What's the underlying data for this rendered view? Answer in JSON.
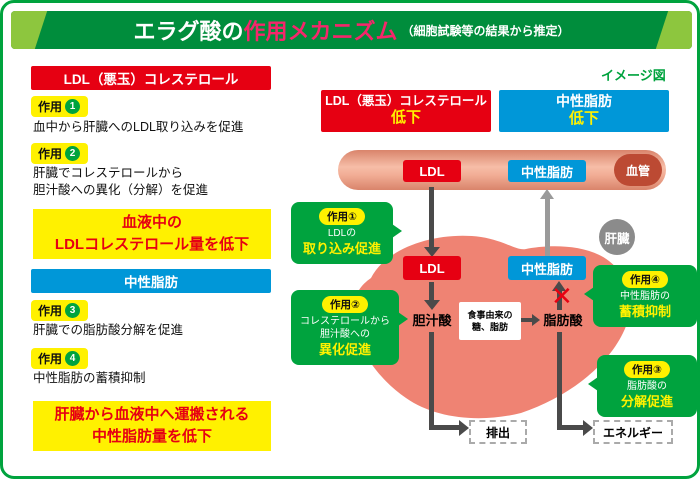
{
  "colors": {
    "brand_green": "#00a33e",
    "header_green": "#008d3c",
    "accent_light_green": "#8dc63e",
    "title_pink": "#f5266b",
    "red": "#e60012",
    "blue": "#0097d8",
    "yellow": "#fff100",
    "liver_pink": "#ef8373",
    "vessel_salmon": "#f2ae96",
    "gray_circle": "#8b8b8b"
  },
  "header": {
    "title_main": "エラグ酸の",
    "title_accent": "作用メカニズム",
    "subtitle": "（細胞試験等の結果から推定）"
  },
  "left_panel": {
    "ldl_header": "LDL（悪玉）コレステロール",
    "actions": [
      {
        "label": "作用",
        "num": "1",
        "text": "血中から肝臓へのLDL取り込みを促進"
      },
      {
        "label": "作用",
        "num": "2",
        "text": "肝臓でコレステロールから\n胆汁酸への異化（分解）を促進"
      },
      {
        "label": "作用",
        "num": "3",
        "text": "肝臓での脂肪酸分解を促進"
      },
      {
        "label": "作用",
        "num": "4",
        "text": "中性脂肪の蓄積抑制"
      }
    ],
    "ldl_result": "血液中の\nLDLコレステロール量を低下",
    "fat_header": "中性脂肪",
    "fat_result": "肝臓から血液中へ運搬される\n中性脂肪量を低下"
  },
  "diagram": {
    "caption": "イメージ図",
    "ldl_banner": {
      "title": "LDL（悪玉）コレステロール",
      "status": "低下"
    },
    "fat_banner": {
      "title": "中性脂肪",
      "status": "低下"
    },
    "vessel_label": "血管",
    "liver_label": "肝臓",
    "vessel_ldl_box": "LDL",
    "vessel_fat_box": "中性脂肪",
    "liver_ldl_box": "LDL",
    "liver_fat_box": "中性脂肪",
    "bile_acid_label": "胆汁酸",
    "fatty_acid_label": "脂肪酸",
    "diet_box_text": "食事由来の\n糖、脂肪",
    "bubbles": [
      {
        "badge": "作用①",
        "sub": "LDLの",
        "main": "取り込み促進"
      },
      {
        "badge": "作用②",
        "sub": "コレステロールから\n胆汁酸への",
        "main": "異化促進"
      },
      {
        "badge": "作用③",
        "sub": "脂肪酸の",
        "main": "分解促進"
      },
      {
        "badge": "作用④",
        "sub": "中性脂肪の",
        "main": "蓄積抑制"
      }
    ],
    "inhibit_mark": "✕",
    "excretion_box": "排出",
    "energy_box": "エネルギー"
  }
}
